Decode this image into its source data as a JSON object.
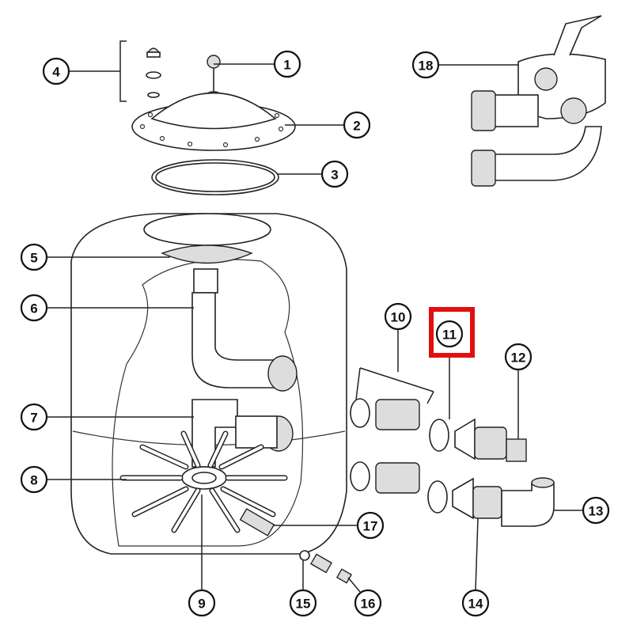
{
  "diagram": {
    "type": "exploded parts diagram - sand filter",
    "highlight_color": "#e01010",
    "highlighted_part": "11",
    "callouts": [
      {
        "id": "c1",
        "label": "1"
      },
      {
        "id": "c2",
        "label": "2"
      },
      {
        "id": "c3",
        "label": "3"
      },
      {
        "id": "c4",
        "label": "4"
      },
      {
        "id": "c5",
        "label": "5"
      },
      {
        "id": "c6",
        "label": "6"
      },
      {
        "id": "c7",
        "label": "7"
      },
      {
        "id": "c8",
        "label": "8"
      },
      {
        "id": "c9",
        "label": "9"
      },
      {
        "id": "c10",
        "label": "10"
      },
      {
        "id": "c11",
        "label": "11"
      },
      {
        "id": "c12",
        "label": "12"
      },
      {
        "id": "c13",
        "label": "13"
      },
      {
        "id": "c14",
        "label": "14"
      },
      {
        "id": "c15",
        "label": "15"
      },
      {
        "id": "c16",
        "label": "16"
      },
      {
        "id": "c17",
        "label": "17"
      },
      {
        "id": "c18",
        "label": "18"
      }
    ]
  }
}
